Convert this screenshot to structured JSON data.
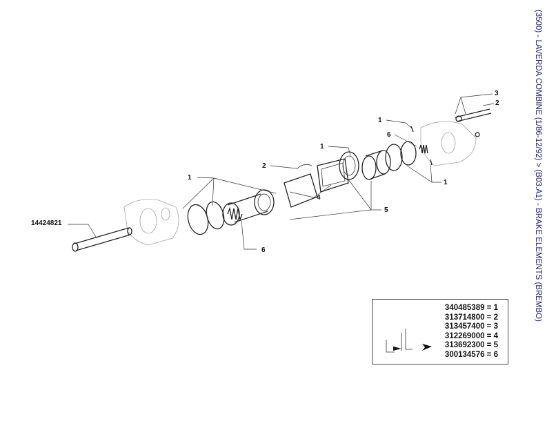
{
  "caption": "(3500) - LAVERDA COMBINE (1/86-12/92) > (B03.A1) - BRAKE ELEMENTS (BREMBO)",
  "callouts": {
    "bolt": "14424821",
    "c1a": "1",
    "c1b": "1",
    "c1c": "1",
    "c1d": "1",
    "c2a": "2",
    "c2b": "2",
    "c3": "3",
    "c4": "4",
    "c5": "5",
    "c6a": "6",
    "c6b": "6"
  },
  "legend": [
    {
      "part": "340485389",
      "ref": "1"
    },
    {
      "part": "313714800",
      "ref": "2"
    },
    {
      "part": "313457400",
      "ref": "3"
    },
    {
      "part": "312269000",
      "ref": "4"
    },
    {
      "part": "313692300",
      "ref": "5"
    },
    {
      "part": "300134576",
      "ref": "6"
    }
  ],
  "colors": {
    "caption": "#1a1a6e",
    "lines": "#222222"
  }
}
